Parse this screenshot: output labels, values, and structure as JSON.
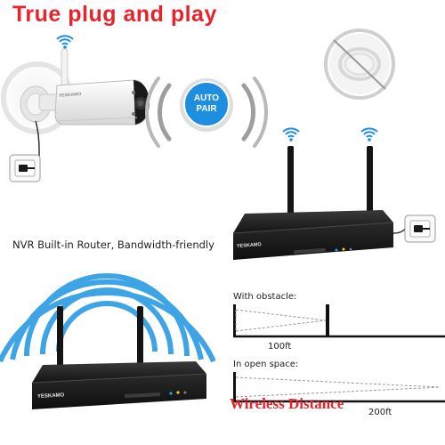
{
  "banner": {
    "title": "True plug and play"
  },
  "pairing": {
    "label_line1": "AUTO",
    "label_line2": "PAIR"
  },
  "router_note": "NVR Built-in Router, Bandwidth-friendly",
  "distance": {
    "obstacle_label": "With obstacle:",
    "obstacle_distance": "100ft",
    "open_label": "In open space:",
    "open_distance": "200ft",
    "title": "Wireless Distance"
  },
  "branding": {
    "camera_logo": "YESKAMO",
    "nvr_logo": "YESKAMO"
  },
  "colors": {
    "accent_red": "#e8232a",
    "pair_blue": "#1e8fe0",
    "wave_blue": "#2a9be3",
    "nvr_black": "#1b1b1b"
  }
}
